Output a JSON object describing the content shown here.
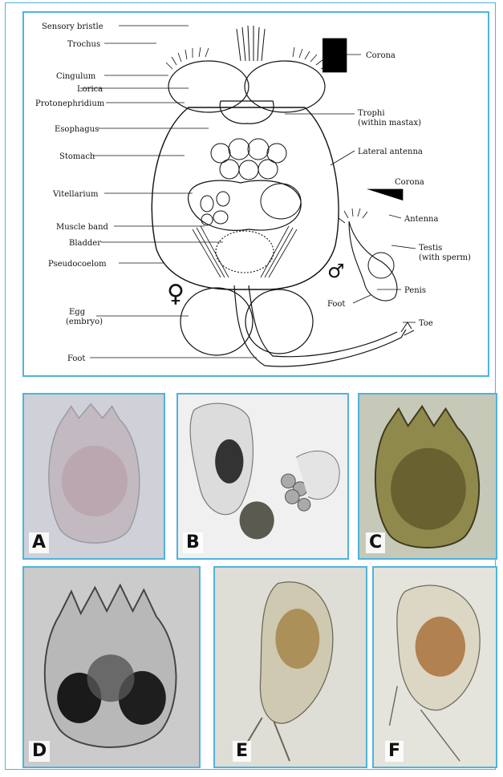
{
  "diagram": {
    "left_labels": [
      "Sensory bristle",
      "Trochus",
      "Cingulum",
      "Lorica",
      "Protonephridium",
      "Esophagus",
      "Stomach",
      "Vitellarium",
      "Muscle band",
      "Bladder",
      "Pseudocoelom"
    ],
    "egg_label": [
      "Egg",
      "(embryo)"
    ],
    "foot_label": "Foot",
    "right_labels": {
      "corona": "Corona",
      "trophi": [
        "Trophi",
        "(within mastax)"
      ],
      "lateral_antenna": "Lateral antenna",
      "male_corona": "Corona",
      "antenna": "Antenna",
      "testis": [
        "Testis",
        "(with sperm)"
      ],
      "penis": "Penis",
      "male_foot": "Foot",
      "toe": "Toe"
    },
    "female_symbol": "♀",
    "male_symbol": "♂"
  },
  "photos": [
    {
      "label": "A"
    },
    {
      "label": "B"
    },
    {
      "label": "C"
    },
    {
      "label": "D"
    },
    {
      "label": "E"
    },
    {
      "label": "F"
    }
  ]
}
